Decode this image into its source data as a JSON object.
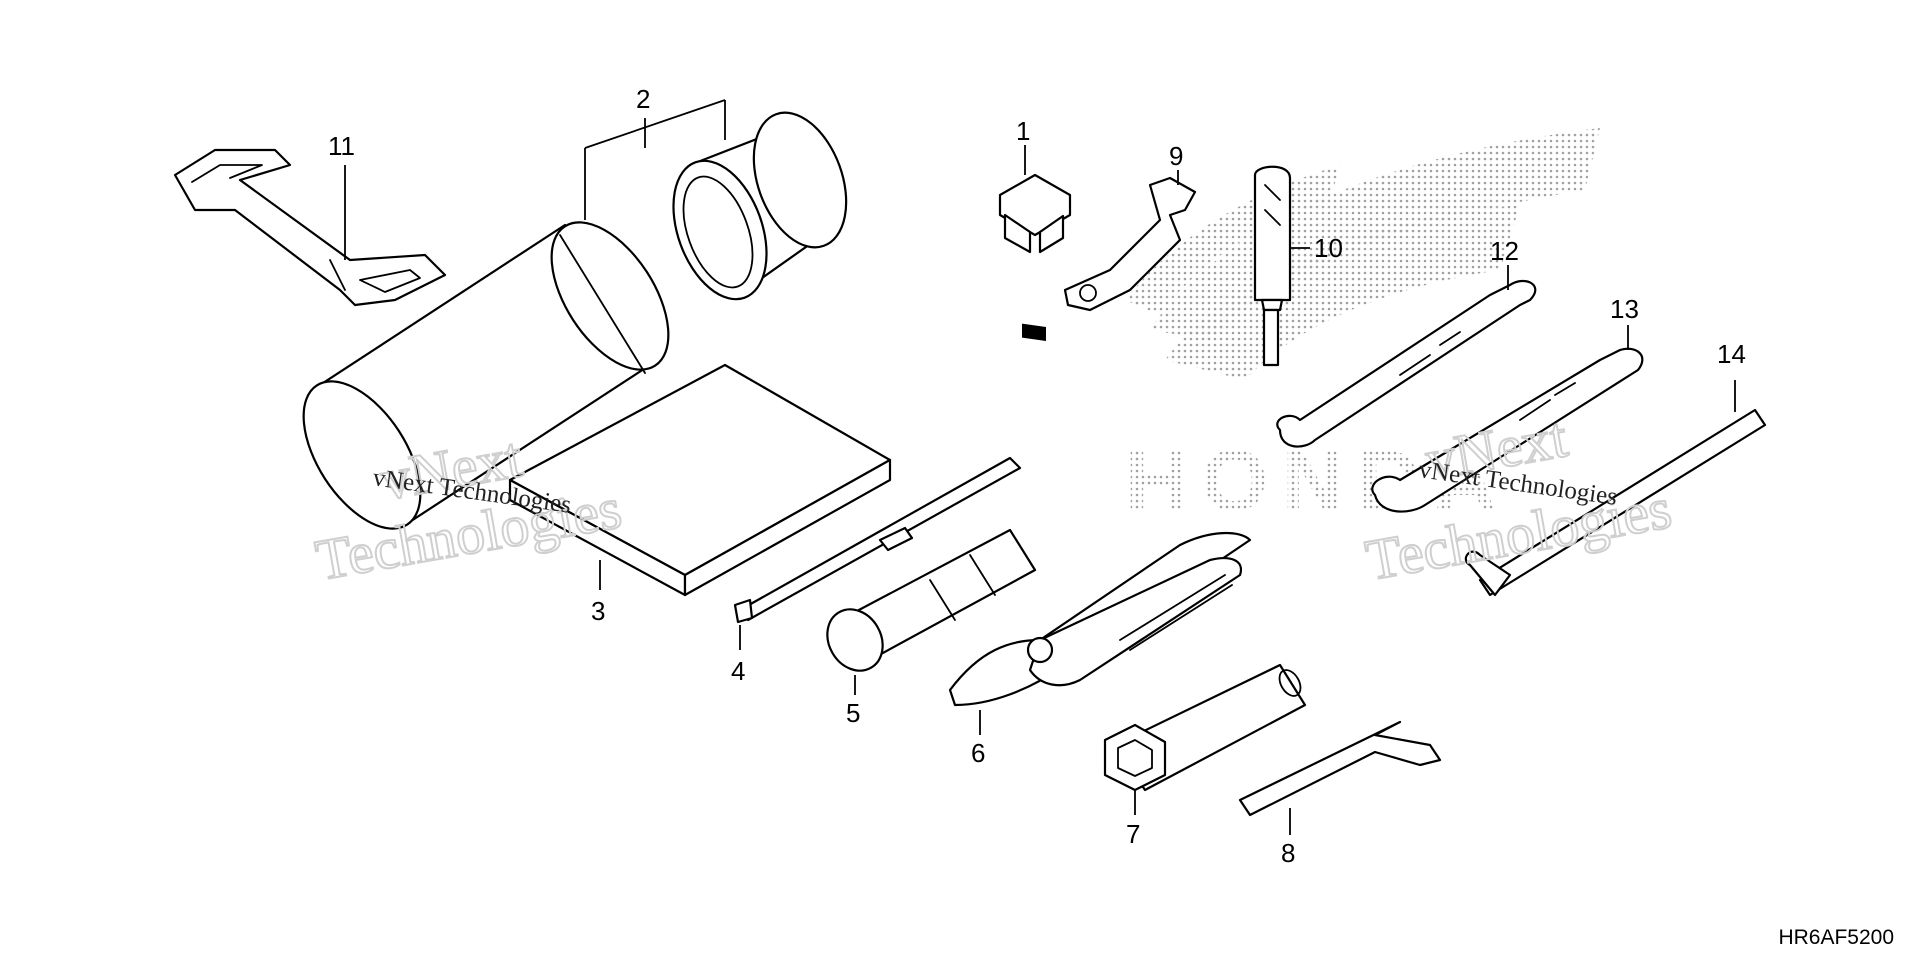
{
  "diagram": {
    "callouts": {
      "c1": "1",
      "c2": "2",
      "c3": "3",
      "c4": "4",
      "c5": "5",
      "c6": "6",
      "c7": "7",
      "c8": "8",
      "c9": "9",
      "c10": "10",
      "c11": "11",
      "c12": "12",
      "c13": "13",
      "c14": "14"
    },
    "reference_code": "HR6AF5200"
  },
  "watermarks": {
    "left_large_top": "vNext",
    "left_large_bottom": "Technologies",
    "left_small": "vNext Technologies",
    "right_large_top": "vNext",
    "right_large_bottom": "Technologies",
    "right_small": "vNext Technologies"
  },
  "logo": {
    "text": "HONDA"
  },
  "icons": {
    "p1": "fuse-icon",
    "p2": "tool-bag-icon",
    "p3": "manual-booklet-icon",
    "p4": "screwdriver-shaft-icon",
    "p5": "socket-handle-icon",
    "p6": "pliers-icon",
    "p7": "spark-plug-wrench-icon",
    "p8": "hex-key-icon",
    "p9": "bracket-icon",
    "p10": "screwdriver-grip-icon",
    "p11": "strap-icon",
    "p12": "open-end-wrench-icon",
    "p13": "open-end-wrench-icon",
    "p14": "extension-bar-icon"
  }
}
